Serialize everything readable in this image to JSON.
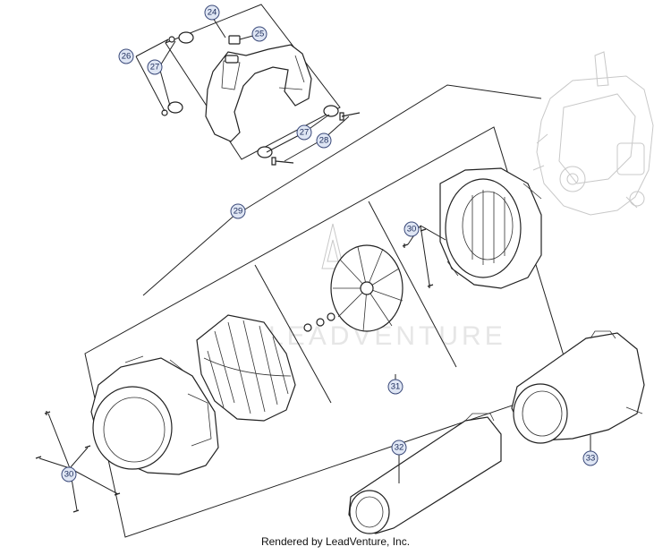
{
  "callouts": {
    "c24": "24",
    "c25": "25",
    "c26": "26",
    "c27a": "27",
    "c27b": "27",
    "c28": "28",
    "c29": "29",
    "c30a": "30",
    "c30b": "30",
    "c31": "31",
    "c32": "32",
    "c33": "33"
  },
  "watermark": "LEADVENTURE",
  "footer": "Rendered by LeadVenture, Inc.",
  "colors": {
    "callout_fill": "#dfe6f4",
    "callout_stroke": "#3b4a7a",
    "line": "#222222"
  }
}
